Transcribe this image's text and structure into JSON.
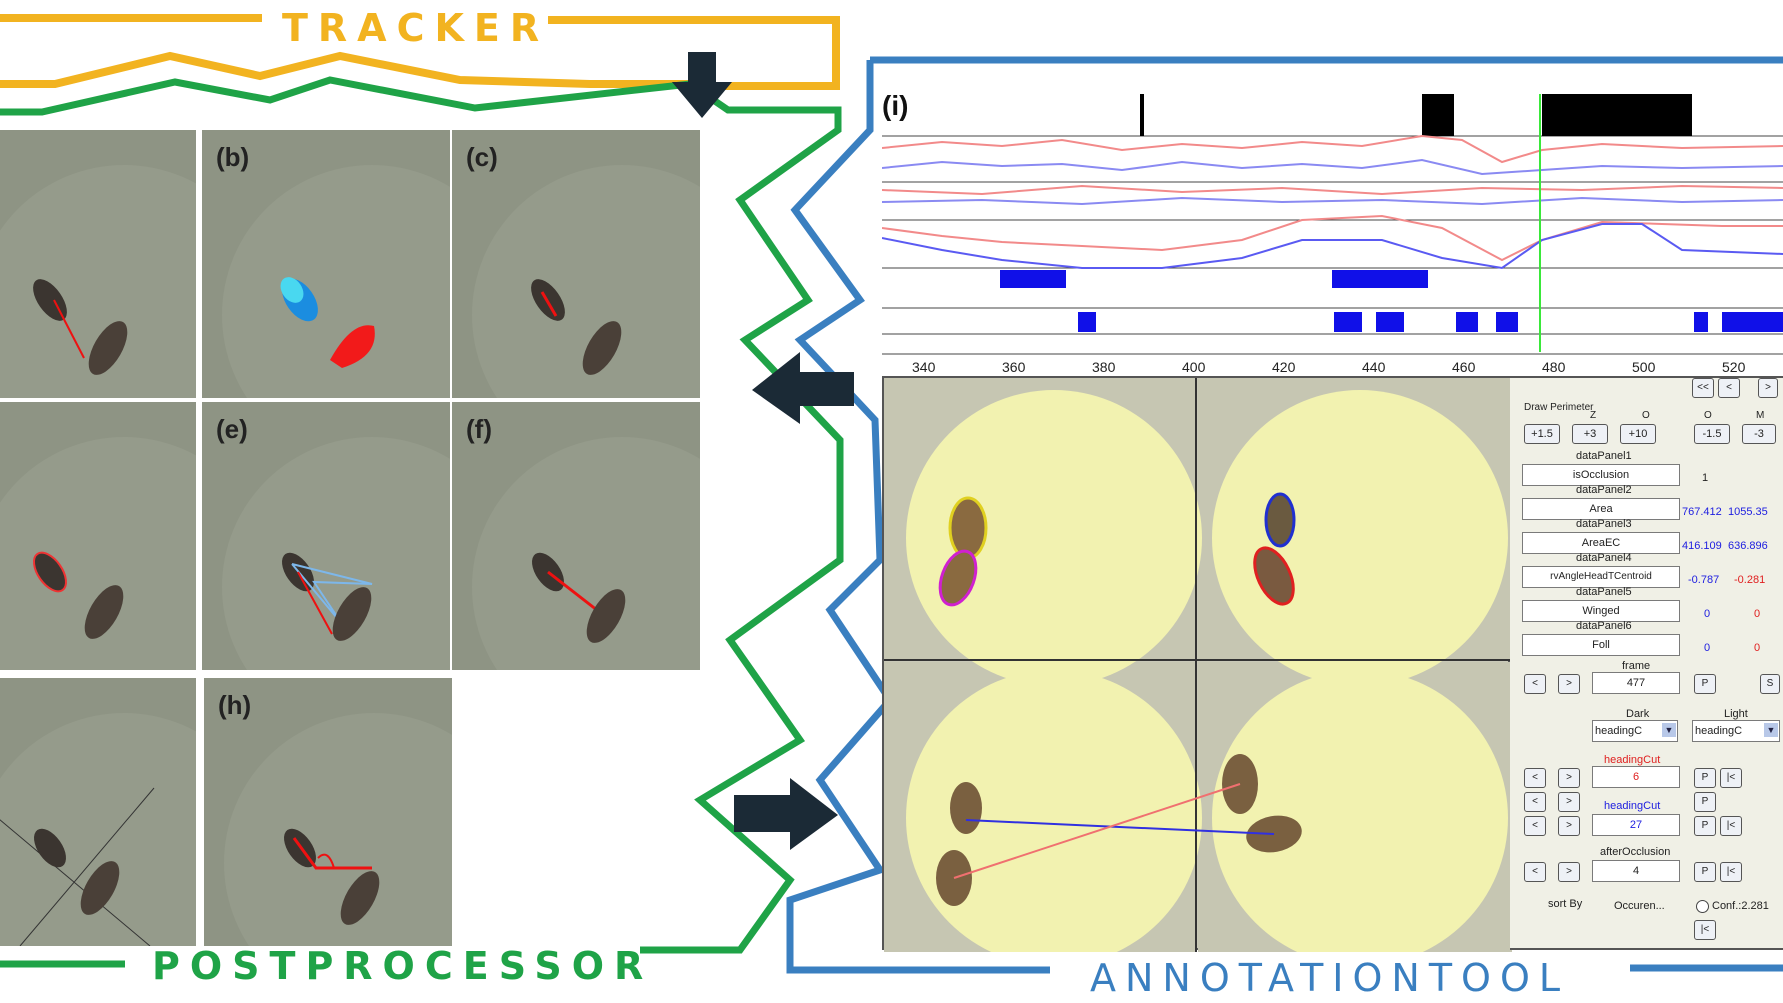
{
  "labels": {
    "tracker": "TRACKER",
    "postprocessor": "POSTPROCESSOR",
    "annotation_tool": "ANNOTATIONTOOL"
  },
  "colors": {
    "tracker": "#f2b320",
    "postprocessor": "#1fa347",
    "annotation_tool": "#3a7fc0",
    "arrow": "#1b2a36"
  },
  "panels": [
    "(b)",
    "(c)",
    "(e)",
    "(f)",
    "(h)"
  ],
  "plot": {
    "label": "(i)",
    "ticks": [
      "340",
      "360",
      "380",
      "400",
      "420",
      "440",
      "460",
      "480",
      "500",
      "520"
    ]
  },
  "controls": {
    "draw_perimeter": "Draw Perimeter",
    "buttons_left": [
      "+1.5",
      "+3",
      "+10"
    ],
    "buttons_right": [
      "-1.5",
      "-3"
    ],
    "header_letters": [
      "Z",
      "O",
      "O",
      "M"
    ],
    "nav_buttons": [
      "<<",
      "<",
      ">"
    ],
    "data_panels": [
      {
        "title": "dataPanel1",
        "value": "isOcclusion",
        "v1": "1",
        "v2": ""
      },
      {
        "title": "dataPanel2",
        "value": "Area",
        "v1": "767.412",
        "v2": "1055.35"
      },
      {
        "title": "dataPanel3",
        "value": "AreaEC",
        "v1": "416.109",
        "v2": "636.896"
      },
      {
        "title": "dataPanel4",
        "value": "rvAngleHeadTCentroid",
        "v1": "-0.787",
        "v2": "-0.281"
      },
      {
        "title": "dataPanel5",
        "value": "Winged",
        "v1": "0",
        "v2": "0"
      },
      {
        "title": "dataPanel6",
        "value": "Foll",
        "v1": "0",
        "v2": "0"
      }
    ],
    "frame_label": "frame",
    "frame_value": "477",
    "dark_label": "Dark",
    "light_label": "Light",
    "dark_select": "headingC",
    "light_select": "headingC",
    "heading_cut_1_label": "headingCut",
    "heading_cut_1_value": "6",
    "heading_cut_2_label": "headingCut",
    "heading_cut_2_value": "27",
    "after_occlusion_label": "afterOcclusion",
    "after_occlusion_value": "4",
    "sort_by": "sort By",
    "sort_value": "Occuren...",
    "conf": "Conf.:2.281",
    "p_button": "P",
    "pipe_button": "|<",
    "s_button": "S"
  }
}
